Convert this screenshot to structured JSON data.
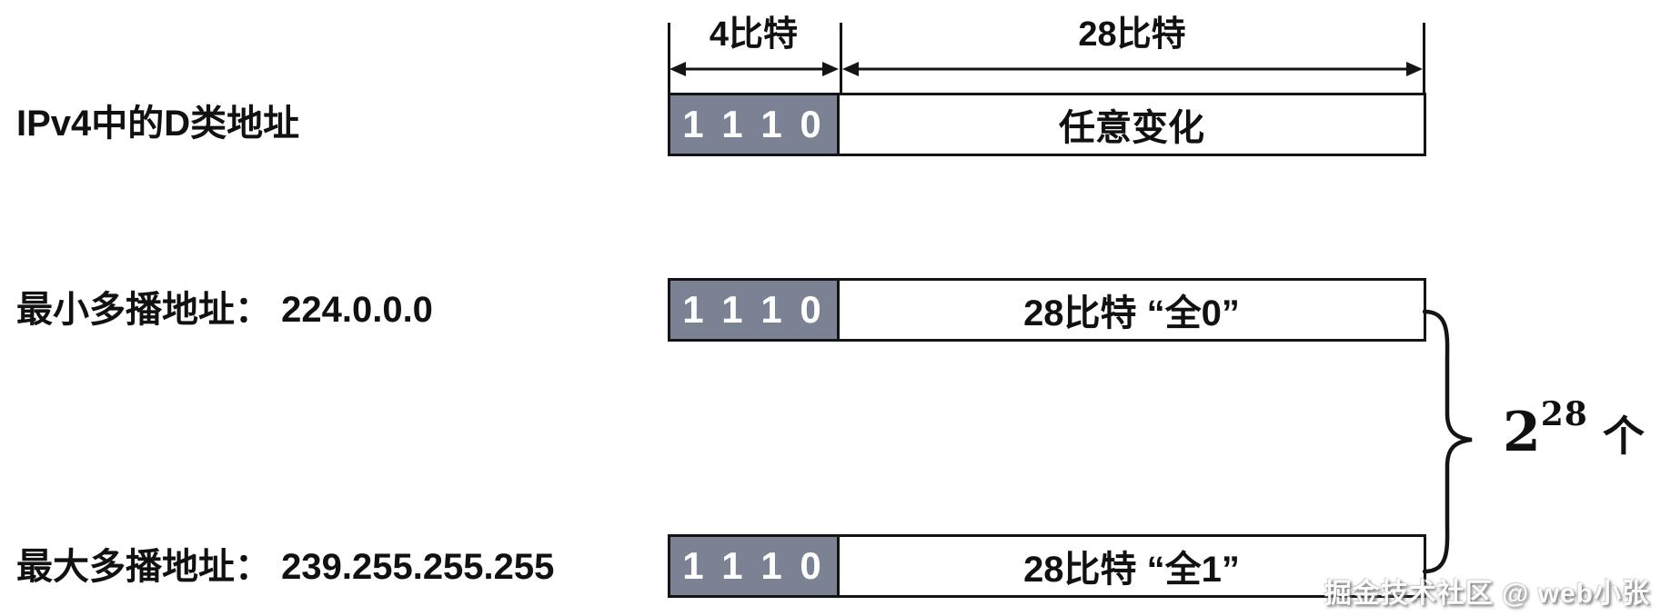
{
  "ruler": {
    "prefix_width_label": "4比特",
    "suffix_width_label": "28比特"
  },
  "rows": [
    {
      "label": "IPv4中的D类地址",
      "prefix_bits": "1 1 1 0",
      "value": "任意变化"
    },
    {
      "label": "最小多播地址： 224.0.0.0",
      "prefix_bits": "1 1 1 0",
      "value": "28比特 “全0”"
    },
    {
      "label": "最大多播地址： 239.255.255.255",
      "prefix_bits": "1 1 1 0",
      "value": "28比特 “全1”"
    }
  ],
  "count_annotation": {
    "base": "2",
    "exponent": "28",
    "unit": "个"
  },
  "watermark": "掘金技术社区 @ web小张",
  "colors": {
    "background": "#ffffff",
    "prefix_fill": "#7a8294",
    "prefix_text": "#ffffff",
    "border": "#141414",
    "text": "#111111"
  }
}
